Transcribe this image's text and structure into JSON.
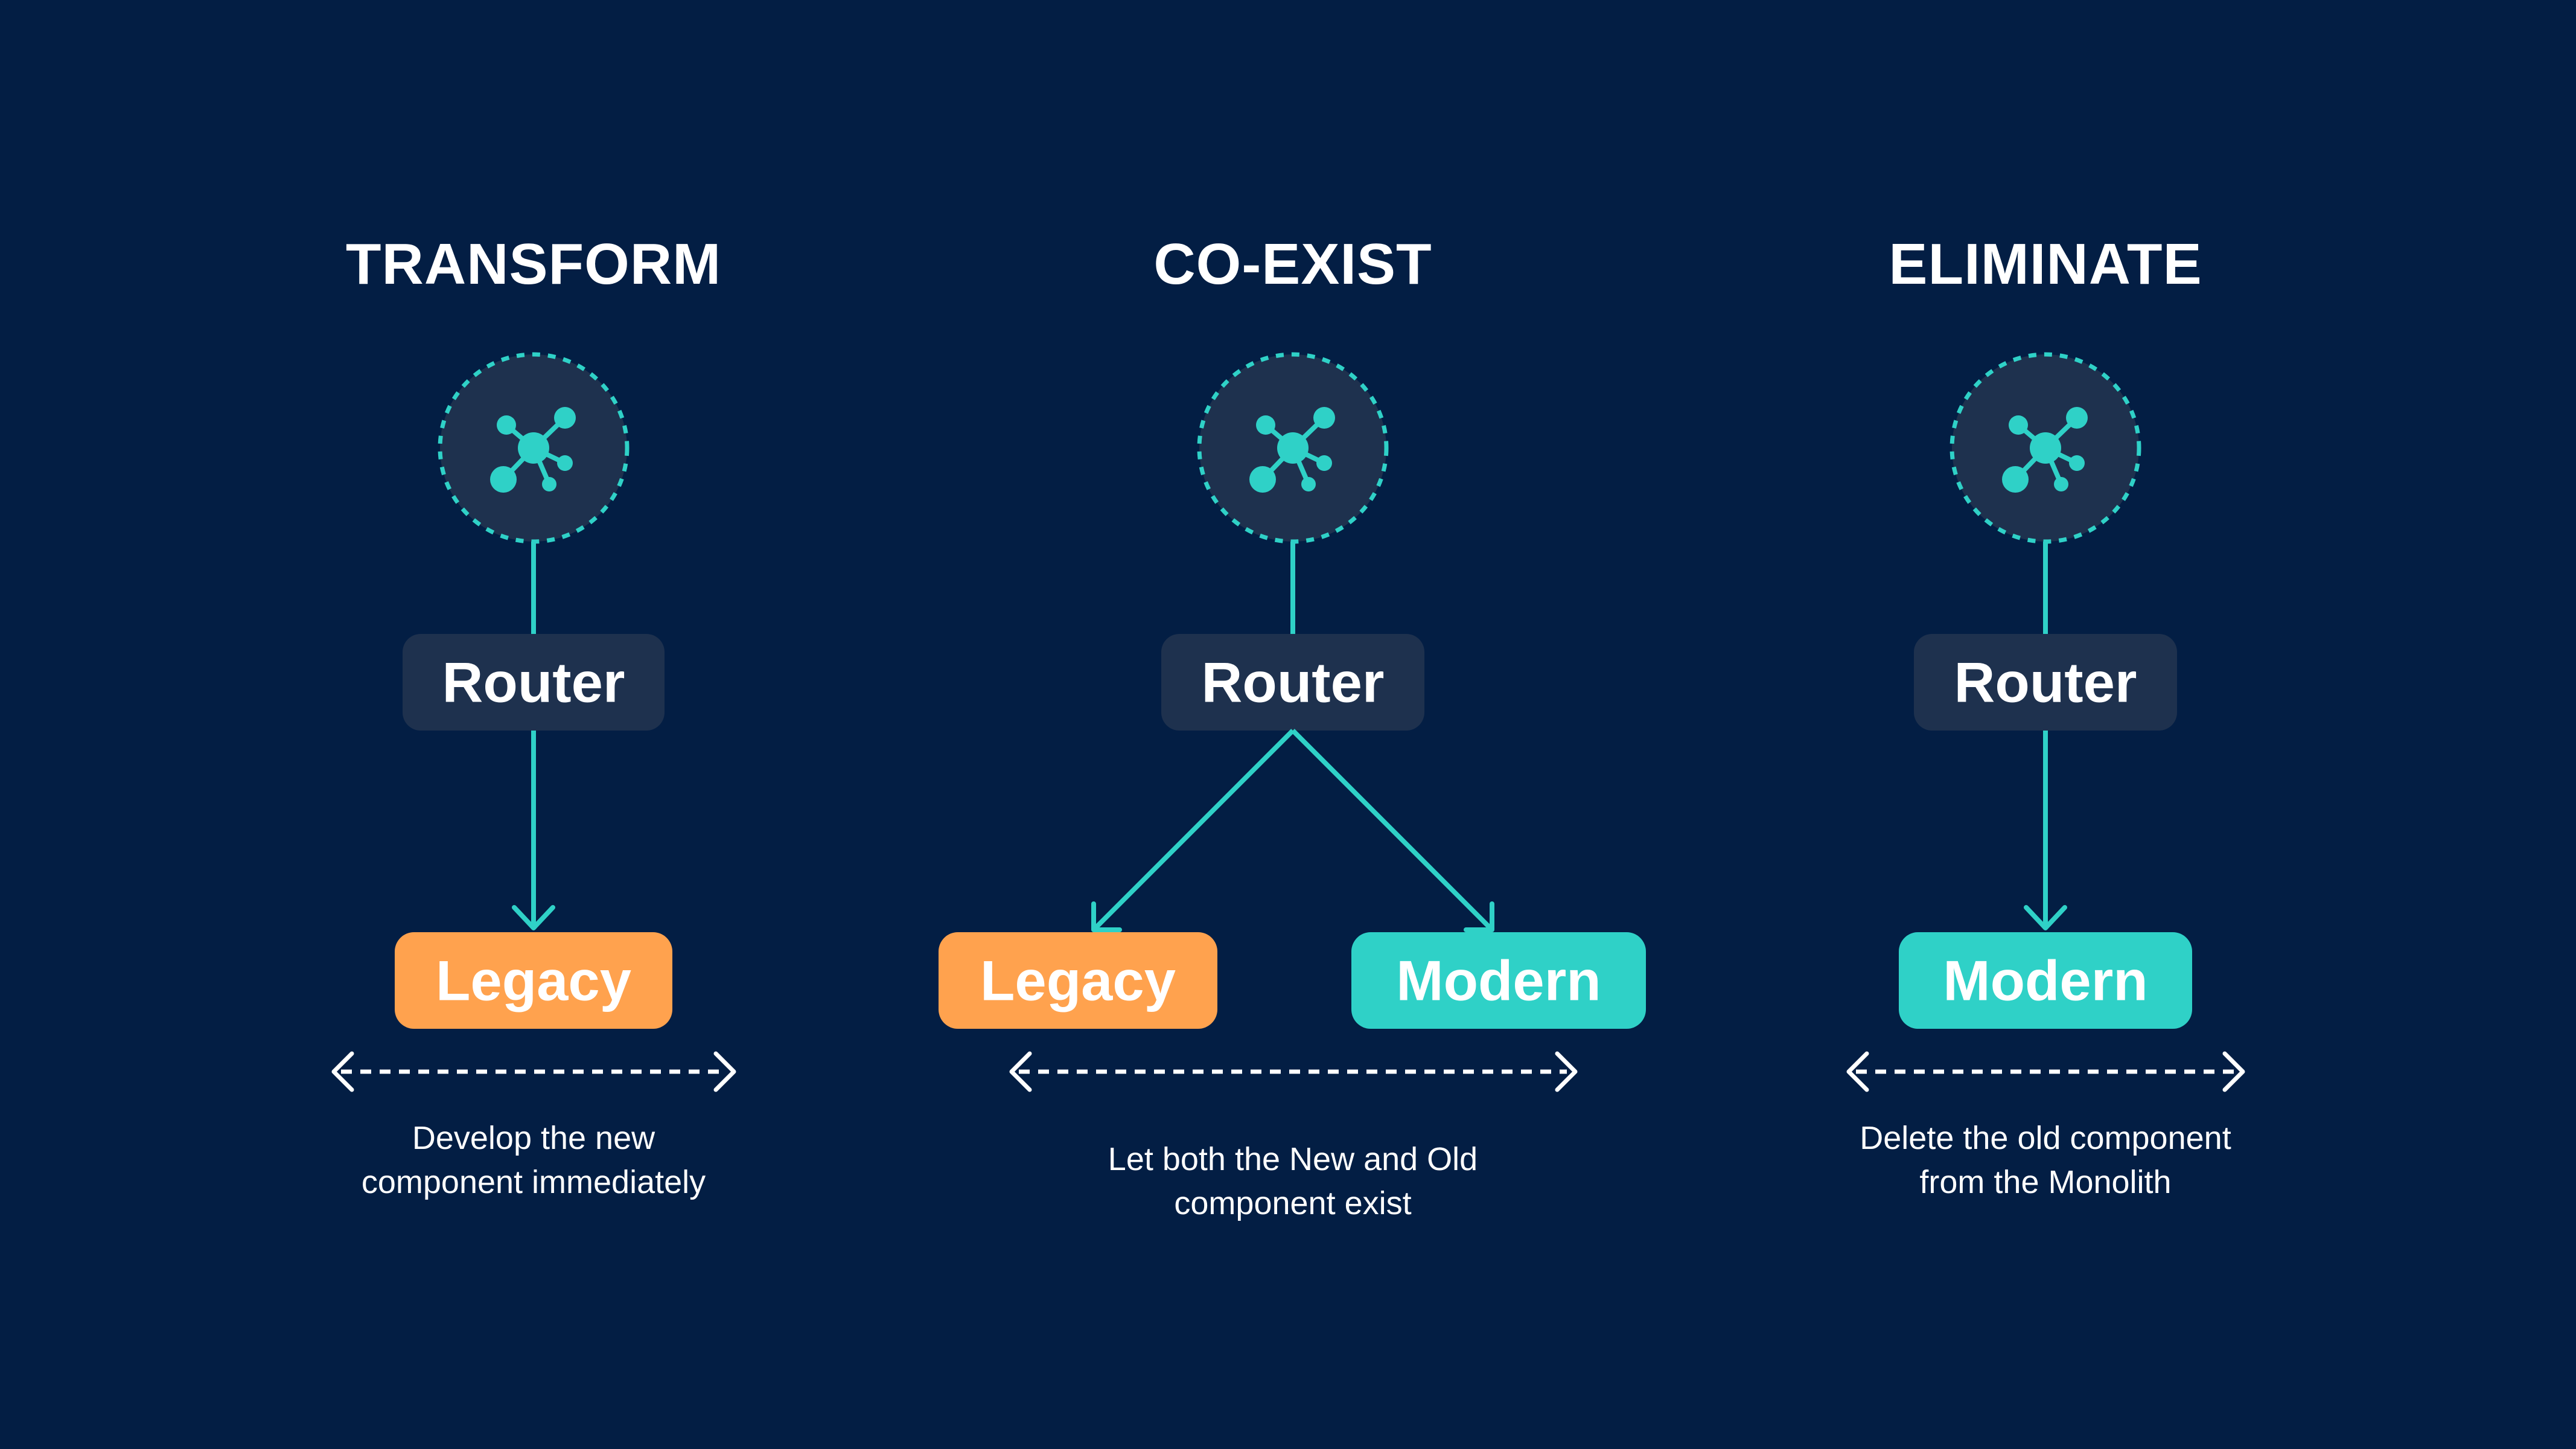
{
  "colors": {
    "background": "#031e44",
    "accent": "#2fd1c7",
    "router_box": "#1e314e",
    "legacy": "#ffa24e",
    "modern": "#2fd1c7",
    "text": "#ffffff"
  },
  "stages": [
    {
      "title": "TRANSFORM",
      "icon": "network-hub-icon",
      "router_label": "Router",
      "targets": [
        {
          "label": "Legacy",
          "kind": "legacy"
        }
      ],
      "caption": [
        "Develop the new",
        "component immediately"
      ]
    },
    {
      "title": "CO-EXIST",
      "icon": "network-hub-icon",
      "router_label": "Router",
      "targets": [
        {
          "label": "Legacy",
          "kind": "legacy"
        },
        {
          "label": "Modern",
          "kind": "modern"
        }
      ],
      "caption": [
        "Let both the New and Old",
        "component exist"
      ]
    },
    {
      "title": "ELIMINATE",
      "icon": "network-hub-icon",
      "router_label": "Router",
      "targets": [
        {
          "label": "Modern",
          "kind": "modern"
        }
      ],
      "caption": [
        "Delete the old component",
        "from the Monolith"
      ]
    }
  ]
}
